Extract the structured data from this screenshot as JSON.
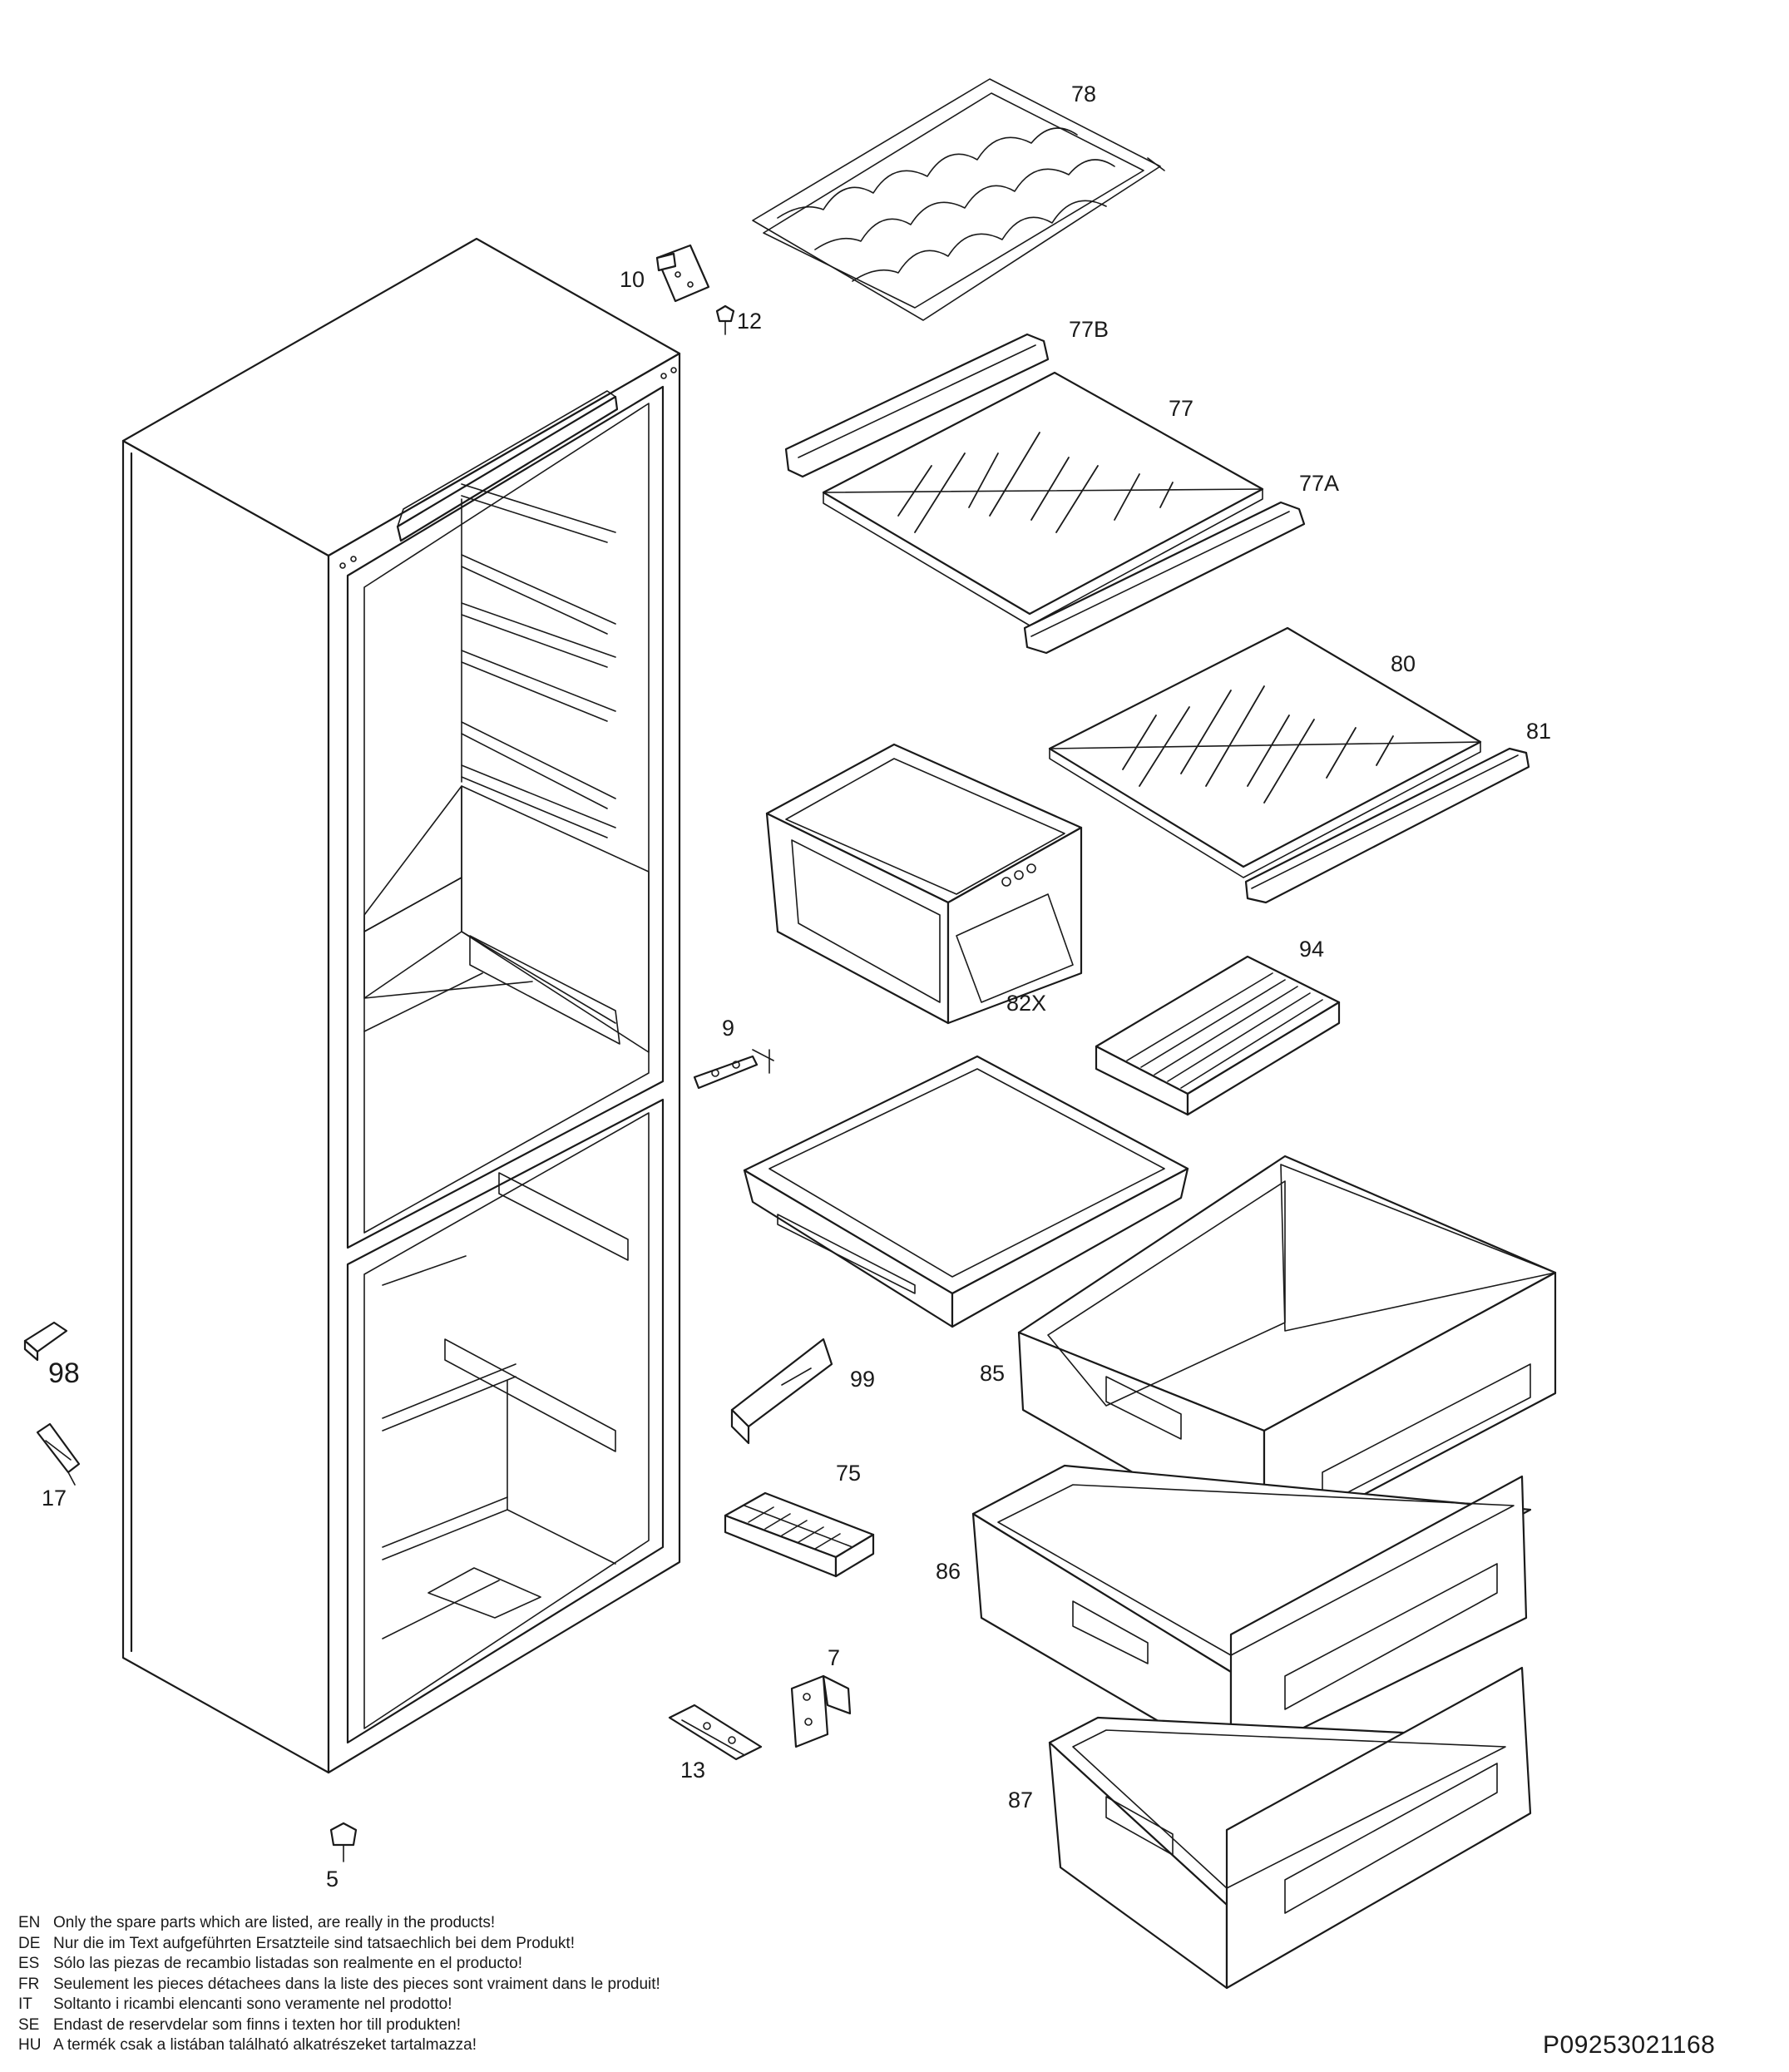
{
  "labels": {
    "p78": "78",
    "p77b": "77B",
    "p77": "77",
    "p77a": "77A",
    "p10": "10",
    "p12": "12",
    "p80": "80",
    "p81": "81",
    "p82x": "82X",
    "p94": "94",
    "p9": "9",
    "p99": "99",
    "p85": "85",
    "p75": "75",
    "p86": "86",
    "p7": "7",
    "p13": "13",
    "p87": "87",
    "p98": "98",
    "p17": "17",
    "p5": "5"
  },
  "notes": [
    {
      "code": "EN",
      "text": "Only the spare parts which are listed, are really in the products!"
    },
    {
      "code": "DE",
      "text": "Nur die im Text aufgeführten Ersatzteile sind tatsaechlich bei dem Produkt!"
    },
    {
      "code": "ES",
      "text": "Sólo las piezas de recambio listadas son realmente en el producto!"
    },
    {
      "code": "FR",
      "text": "Seulement les pieces détachees dans la liste des pieces sont vraiment dans le produit!"
    },
    {
      "code": "IT",
      "text": "Soltanto i ricambi elencanti sono veramente nel prodotto!"
    },
    {
      "code": "SE",
      "text": "Endast de reservdelar som finns i texten hor till produkten!"
    },
    {
      "code": "HU",
      "text": "A termék csak a listában található alkatrészeket tartalmazza!"
    }
  ],
  "document_code": "P09253021168"
}
